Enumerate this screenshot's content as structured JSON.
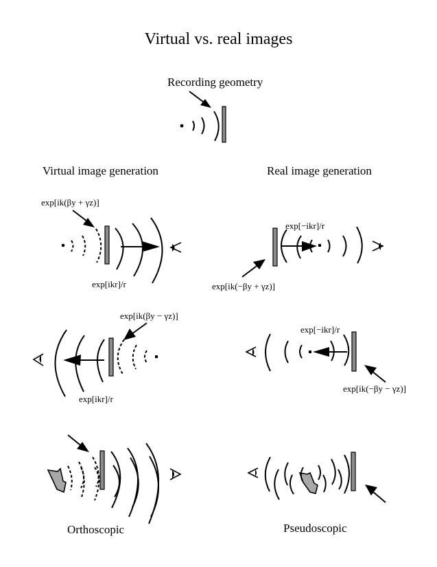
{
  "title": "Virtual vs. real images",
  "recording": {
    "label": "Recording geometry"
  },
  "virtual": {
    "heading": "Virtual image generation",
    "panel1": {
      "reference_label": "exp[ik(βy + γz)]",
      "wave_label": "exp[ikr]/r"
    },
    "panel2": {
      "reference_label": "exp[ik(βy − γz)]",
      "wave_label": "exp[ikr]/r"
    },
    "panel3": {
      "caption": "Orthoscopic"
    }
  },
  "real": {
    "heading": "Real image generation",
    "panel1": {
      "reference_label": "exp[ik(−βy + γz)]",
      "wave_label": "exp[−ikr]/r"
    },
    "panel2": {
      "reference_label": "exp[ik(−βy − γz)]",
      "wave_label": "exp[−ikr]/r"
    },
    "panel3": {
      "caption": "Pseudoscopic"
    }
  },
  "colors": {
    "hologram_plate": "#8c8c8c",
    "object": "#a8a8a8",
    "ink": "#000000"
  }
}
